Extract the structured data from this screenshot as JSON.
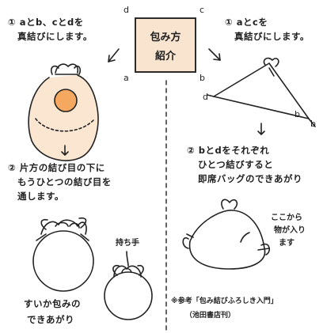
{
  "colors": {
    "center_box_fill": "#f8e4cf",
    "bundle_fill": "#fbe6d2",
    "orange_fill": "#f4a860",
    "ink": "#222222"
  },
  "center_box": {
    "line1": "包み方",
    "line2": "紹介"
  },
  "corners": {
    "top_left": "d",
    "top_right": "c",
    "bottom_left": "a",
    "bottom_right": "b"
  },
  "left": {
    "step1_line1": "① aとb、cとdを",
    "step1_line2": "真結びにします。",
    "step2_line1": "② 片方の結び目の下に",
    "step2_line2": "もうひとつの結び目を",
    "step2_line3": "通します。",
    "handle_label": "持ち手",
    "result_line1": "すいか包みの",
    "result_line2": "できあがり"
  },
  "right": {
    "step1_line1": "① aとcを",
    "step1_line2": "真結びにします。",
    "label_d": "d",
    "label_b1": "b",
    "label_b2": "b",
    "step2_line1": "② bとdをそれぞれ",
    "step2_line2": "ひとつ結びすると",
    "step2_line3": "即席バッグのできあがり",
    "opening_line1": "ここから",
    "opening_line2": "物が入り",
    "opening_line3": "ます",
    "source_line1": "※参考「包み結びふろしき入門」",
    "source_line2": "（池田書店刊）"
  }
}
